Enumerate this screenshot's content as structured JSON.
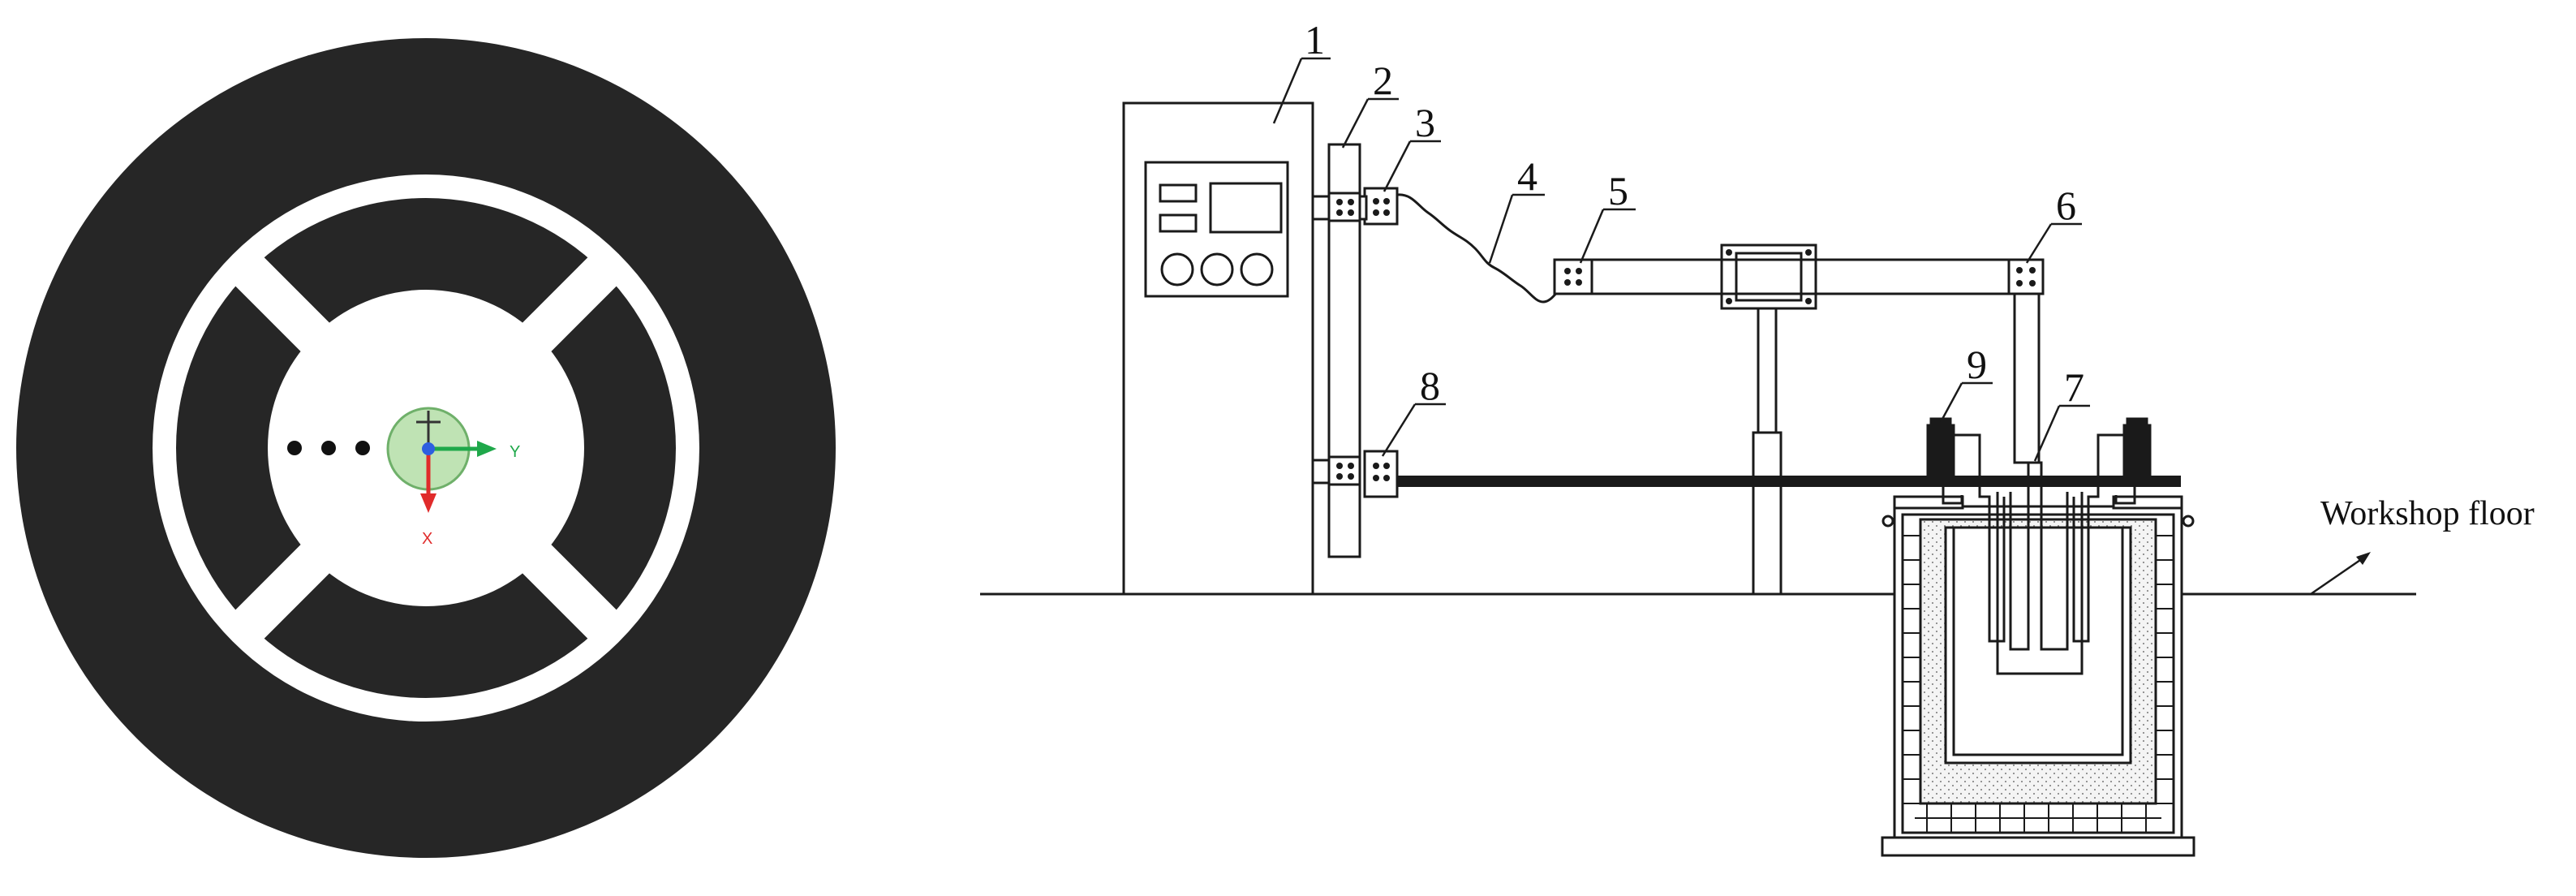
{
  "labels": {
    "p1": "1",
    "p2": "2",
    "p3": "3",
    "p4": "4",
    "p5": "5",
    "p6": "6",
    "p7": "7",
    "p8": "8",
    "p9": "9",
    "floor": "Workshop floor"
  },
  "axes": {
    "x": "X",
    "y": "Y"
  },
  "colors": {
    "ink": "#1a1a1a",
    "wheel": "#262626",
    "marker_fill": "#bfe3b4",
    "marker_stroke": "#6fb06a",
    "axis_x": "#e02b2b",
    "axis_y": "#1fa84a",
    "axis_z": "#2d5fe0",
    "sand": "#e9e9e9"
  }
}
